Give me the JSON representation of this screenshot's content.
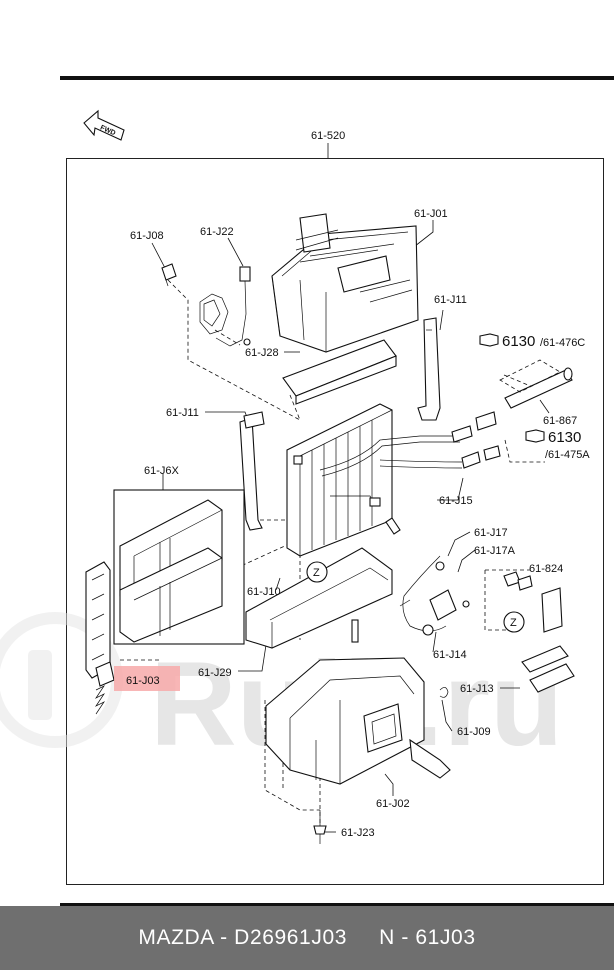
{
  "watermark": "Rulli.ru",
  "fwd_label": "FWD",
  "labels": {
    "j520": "61-520",
    "j01": "61-J01",
    "j08": "61-J08",
    "j22": "61-J22",
    "j11_right": "61-J11",
    "j6130_a": "6130",
    "j476c": "/61-476C",
    "j28": "61-J28",
    "j11_left": "61-J11",
    "j867": "61-867",
    "j6130_b": "6130",
    "j475a": "/61-475A",
    "j6x": "61-J6X",
    "j15": "61-J15",
    "j17": "61-J17",
    "j17a": "61-J17A",
    "j824": "61-824",
    "j10": "61-J10",
    "zone_z": "Z",
    "j29": "61-J29",
    "j03": "61-J03",
    "j14": "61-J14",
    "j13": "61-J13",
    "j09": "61-J09",
    "j02": "61-J02",
    "j23": "61-J23"
  },
  "highlight_color": "#f7a9a9",
  "footer": {
    "text": "MAZDA - D26961J03     N - 61J03",
    "background": "#6f6f6f"
  }
}
